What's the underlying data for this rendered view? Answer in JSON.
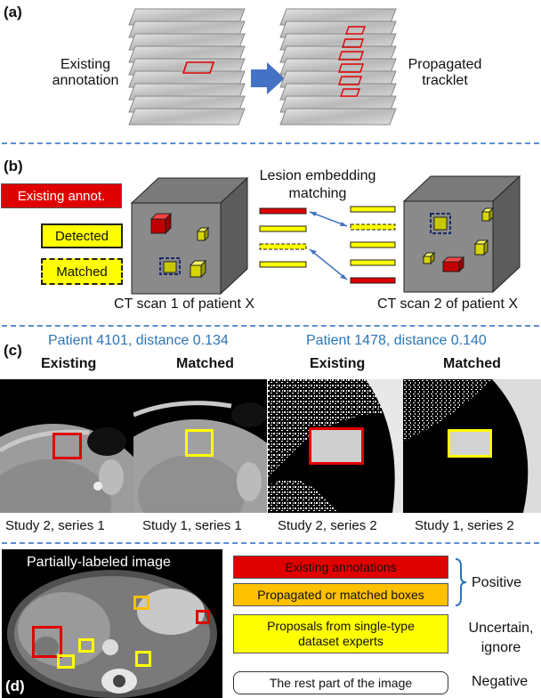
{
  "panel_a": {
    "label": "(a)",
    "left_text_1": "Existing",
    "left_text_2": "annotation",
    "right_text_1": "Propagated",
    "right_text_2": "tracklet"
  },
  "panel_b": {
    "label": "(b)",
    "legend_existing": "Existing annot.",
    "legend_detected": "Detected",
    "legend_matched": "Matched",
    "title_1": "Lesion embedding",
    "title_2": "matching",
    "scan1": "CT scan 1 of patient X",
    "scan2": "CT scan 2 of patient X"
  },
  "panel_c": {
    "label": "(c)",
    "patient1": "Patient 4101, distance 0.134",
    "patient2": "Patient 1478, distance 0.140",
    "col1": "Existing",
    "col2": "Matched",
    "col3": "Existing",
    "col4": "Matched",
    "cap1": "Study 2, series 1",
    "cap2": "Study 1, series 1",
    "cap3": "Study 2, series 2",
    "cap4": "Study 1, series 2"
  },
  "panel_d": {
    "label": "(d)",
    "image_title": "Partially-labeled image",
    "existing": "Existing annotations",
    "propagated": "Propagated or matched boxes",
    "positive": "Positive",
    "proposals_1": "Proposals from single-type",
    "proposals_2": "dataset experts",
    "uncertain_1": "Uncertain,",
    "uncertain_2": "ignore",
    "rest": "The rest part of the image",
    "negative": "Negative"
  },
  "colors": {
    "existing": "#e00000",
    "detected": "#ffff00",
    "propagated": "#ffc000",
    "separator": "#5b8fd0",
    "arrow": "#4472c4",
    "patient_text": "#2e75b6"
  }
}
